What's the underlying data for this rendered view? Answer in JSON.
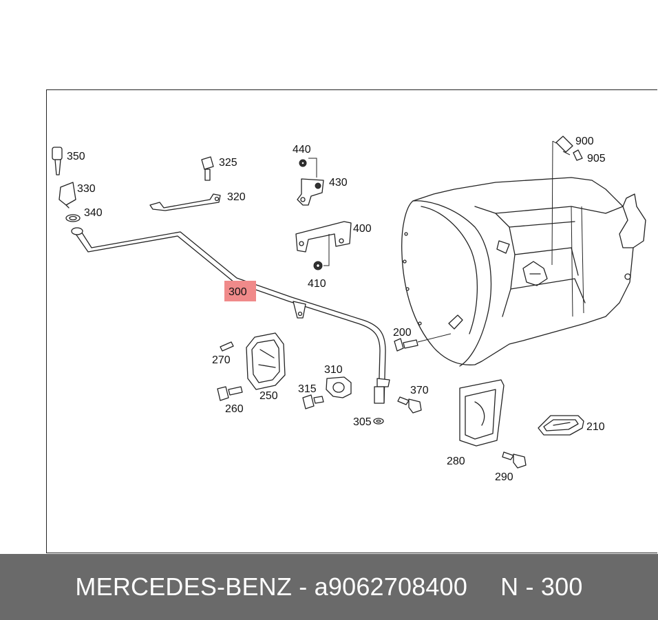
{
  "footer": {
    "brand": "MERCEDES-BENZ",
    "separator": " - ",
    "part_number": "a9062708400",
    "diagram_ref": "N - 300"
  },
  "highlight_color": "#f08a8a",
  "callouts": {
    "c350": "350",
    "c330": "330",
    "c340": "340",
    "c325": "325",
    "c320": "320",
    "c440": "440",
    "c430": "430",
    "c400": "400",
    "c410": "410",
    "c900": "900",
    "c905": "905",
    "c300": "300",
    "c200": "200",
    "c270": "270",
    "c250": "250",
    "c260": "260",
    "c310": "310",
    "c315": "315",
    "c370": "370",
    "c305": "305",
    "c280": "280",
    "c290": "290",
    "c210": "210"
  }
}
